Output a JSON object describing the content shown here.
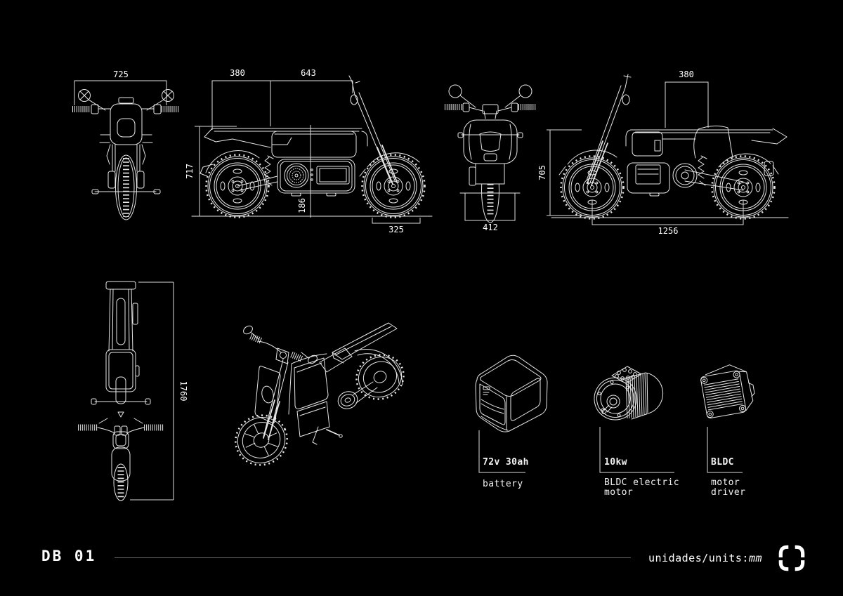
{
  "meta": {
    "background_color": "#000000",
    "line_color": "#e8e8e8",
    "text_color": "#ffffff",
    "rule_color": "#5f5f5f"
  },
  "views": {
    "front": {
      "dim_width": "725"
    },
    "side_rear_facing": {
      "dim_rack": "380",
      "dim_front": "643",
      "dim_height": "717",
      "dim_clearance": "186",
      "dim_front_wheel": "325"
    },
    "rear": {
      "dim_width": "412"
    },
    "side_front_facing": {
      "dim_top": "380",
      "dim_height": "705",
      "dim_wheelbase": "1256"
    },
    "top": {
      "dim_length": "1760"
    }
  },
  "components": {
    "battery": {
      "spec": "72v 30ah",
      "label": "battery"
    },
    "motor": {
      "spec": "10kw",
      "label_line1": "BLDC electric",
      "label_line2": "motor"
    },
    "driver": {
      "spec": "BLDC",
      "label_line1": "motor",
      "label_line2": "driver"
    }
  },
  "footer": {
    "model": "DB 01",
    "units_text": "unidades/units:",
    "units_value": "mm"
  }
}
